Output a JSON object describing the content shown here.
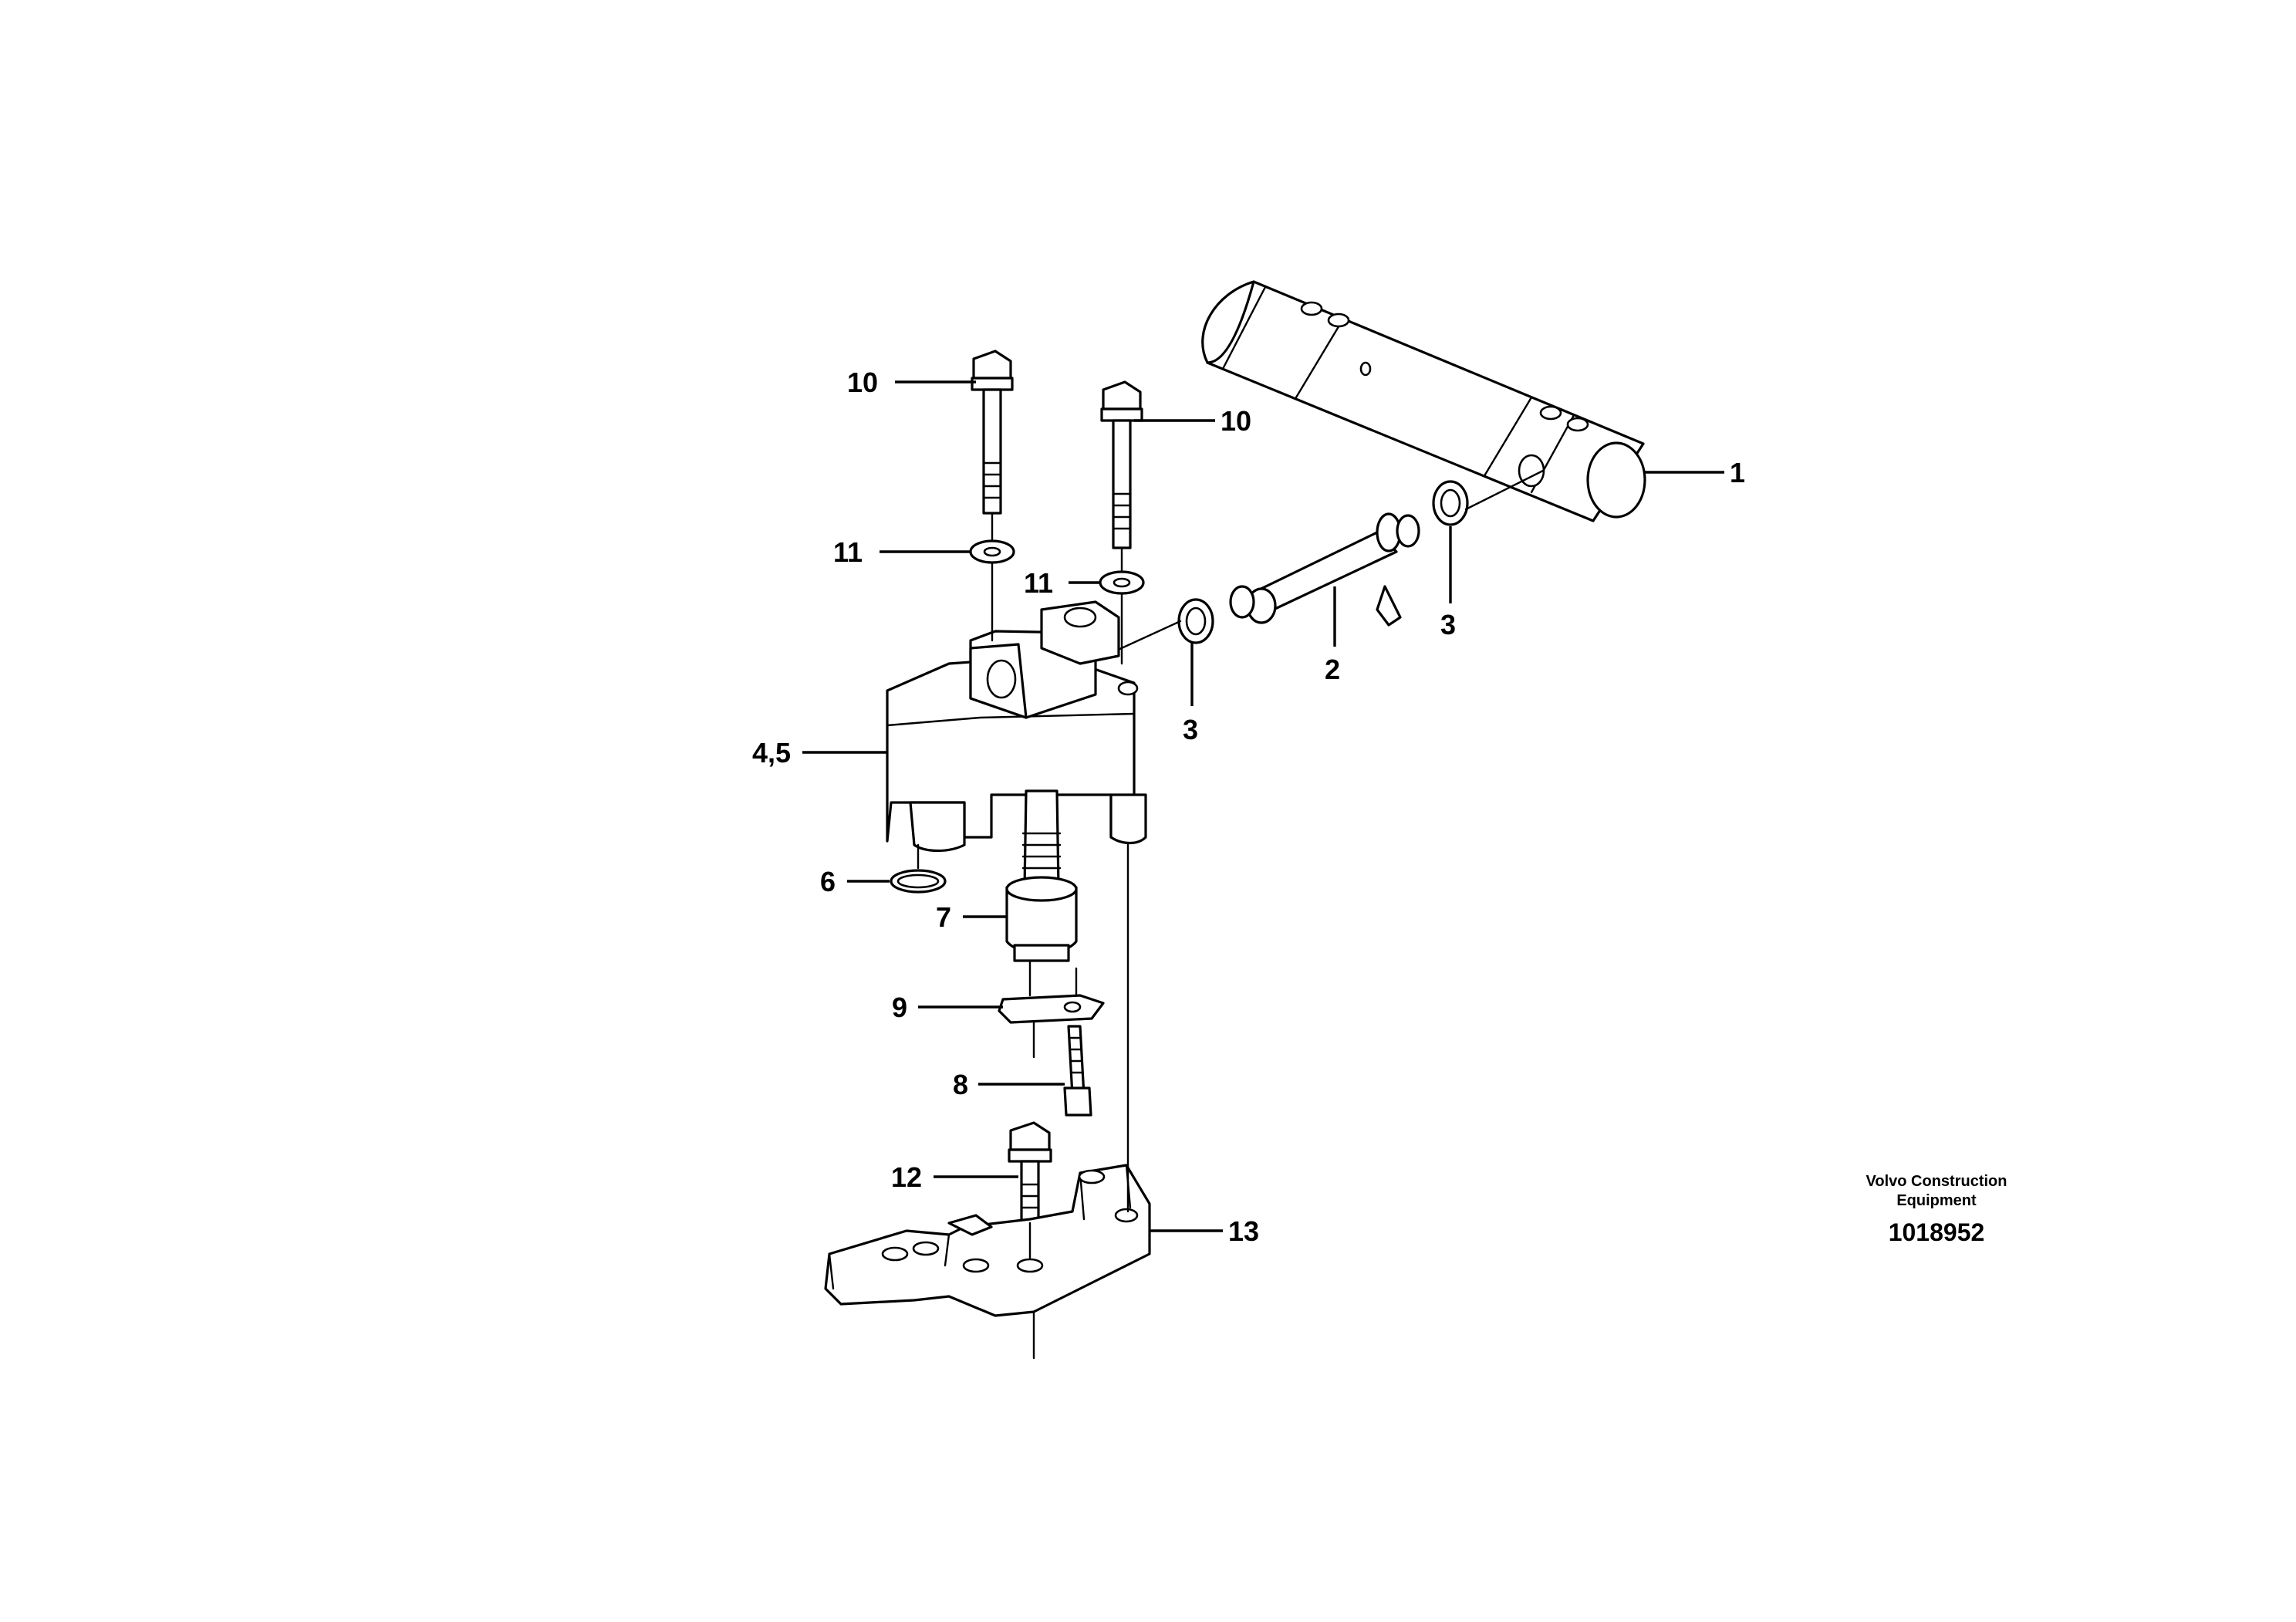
{
  "callouts": {
    "c1": "1",
    "c2": "2",
    "c3a": "3",
    "c3b": "3",
    "c45": "4,5",
    "c6": "6",
    "c7": "7",
    "c8": "8",
    "c9": "9",
    "c10a": "10",
    "c10b": "10",
    "c11a": "11",
    "c11b": "11",
    "c12": "12",
    "c13": "13"
  },
  "brand": {
    "line1": "Volvo Construction",
    "line2": "Equipment",
    "drawing_number": "1018952"
  }
}
